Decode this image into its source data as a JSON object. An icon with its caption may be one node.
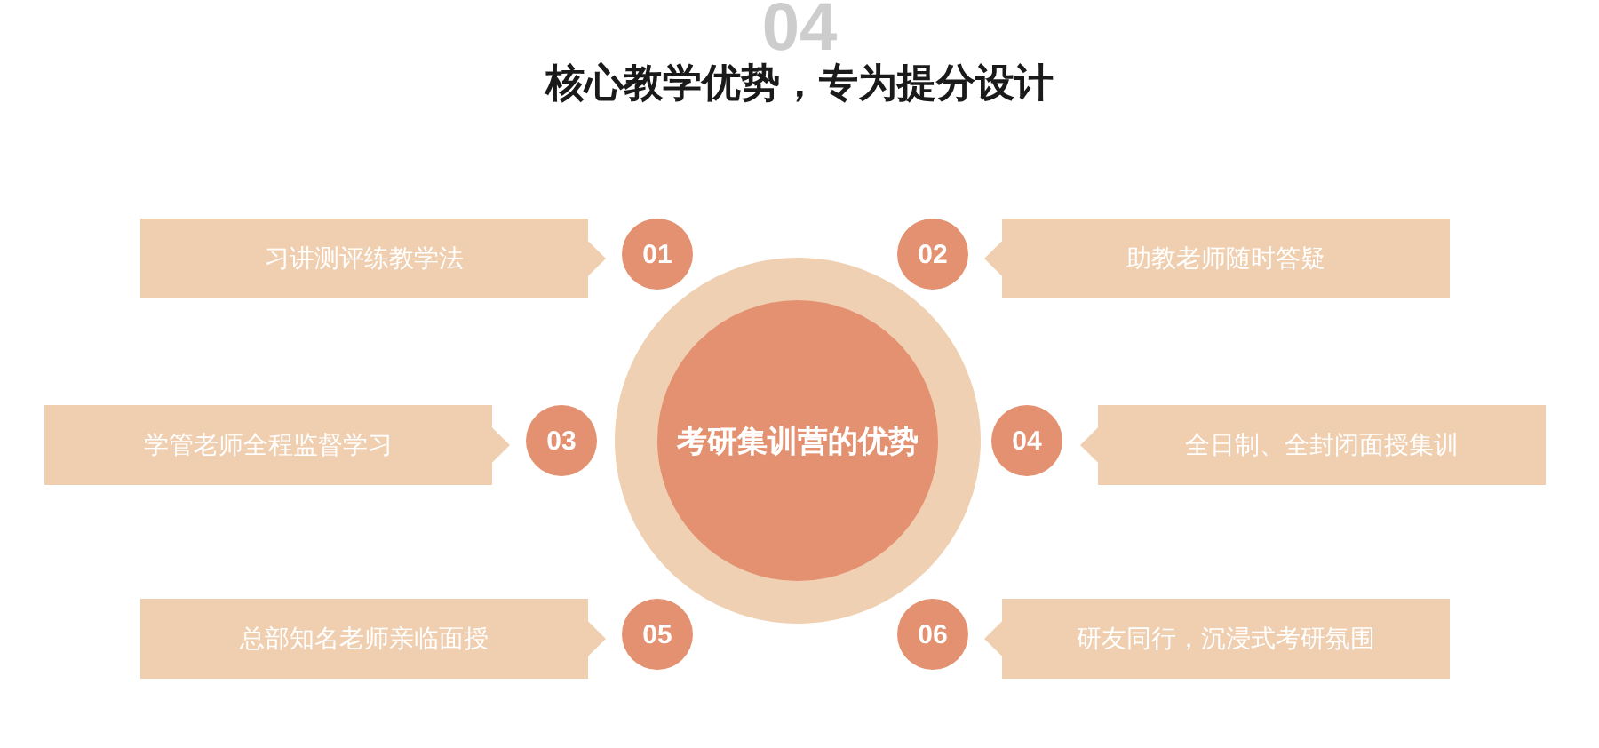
{
  "diagram": {
    "title": "核心教学优势，专为提分设计",
    "nodes": [
      {
        "text": [
          "考研集训营的优势"
        ]
      },
      {
        "text": [
          "习讲测评练教学法"
        ]
      },
      {
        "text": [
          "01"
        ]
      },
      {
        "text": [
          "02"
        ]
      },
      {
        "text": [
          "助教老师随时答疑"
        ]
      },
      {
        "text": [
          "学管老师全程监督学习"
        ]
      },
      {
        "text": [
          "03"
        ]
      },
      {
        "text": [
          "04"
        ]
      },
      {
        "text": [
          "全日制、全封闭面授集训"
        ]
      },
      {
        "text": [
          "总部知名老师亲临面授"
        ]
      },
      {
        "text": [
          "05"
        ]
      },
      {
        "text": [
          "06"
        ]
      },
      {
        "text": [
          "研友同行，沉浸式考研氛围"
        ]
      }
    ],
    "labels": [
      "04"
    ]
  }
}
